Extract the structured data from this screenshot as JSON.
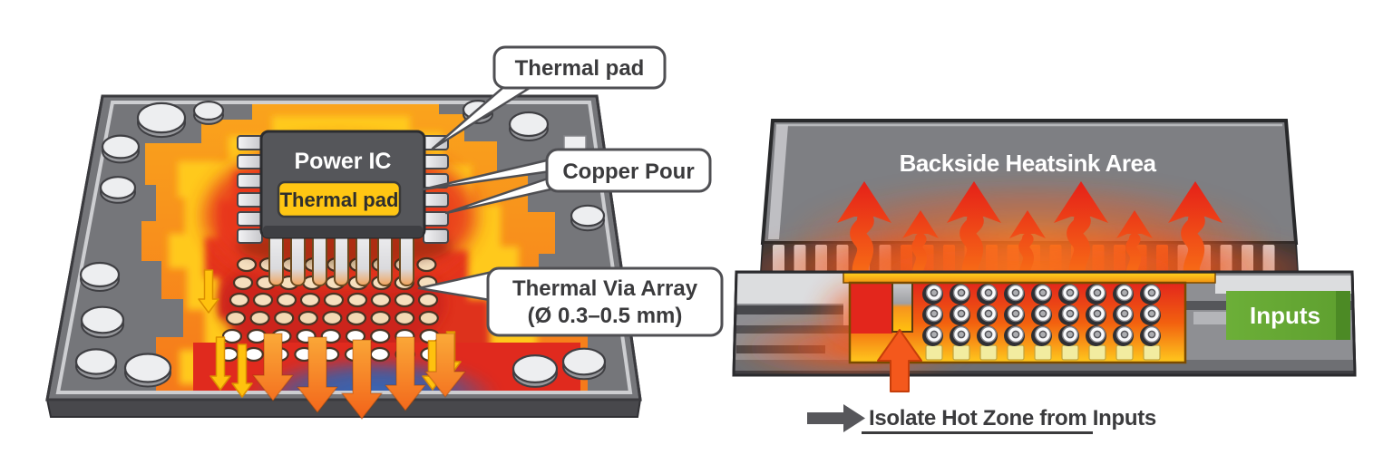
{
  "left_diagram": {
    "chip_label": "Power IC",
    "chip_pad_label": "Thermal pad",
    "callout_thermal_pad": "Thermal pad",
    "callout_copper_pour": "Copper Pour",
    "callout_via_array_line1": "Thermal Via Array",
    "callout_via_array_line2": "(Ø 0.3–0.5 mm)"
  },
  "right_diagram": {
    "heatsink_label": "Backside Heatsink Area",
    "inputs_label": "Inputs",
    "annotation": "Isolate Hot Zone from Inputs"
  },
  "colors": {
    "hot_red": "#E3261C",
    "copper_orange": "#F7941E",
    "heat_yellow": "#FFC91D",
    "cool_blue": "#2E63B0",
    "board_gray": "#77777B",
    "inputs_green": "#63A532"
  }
}
